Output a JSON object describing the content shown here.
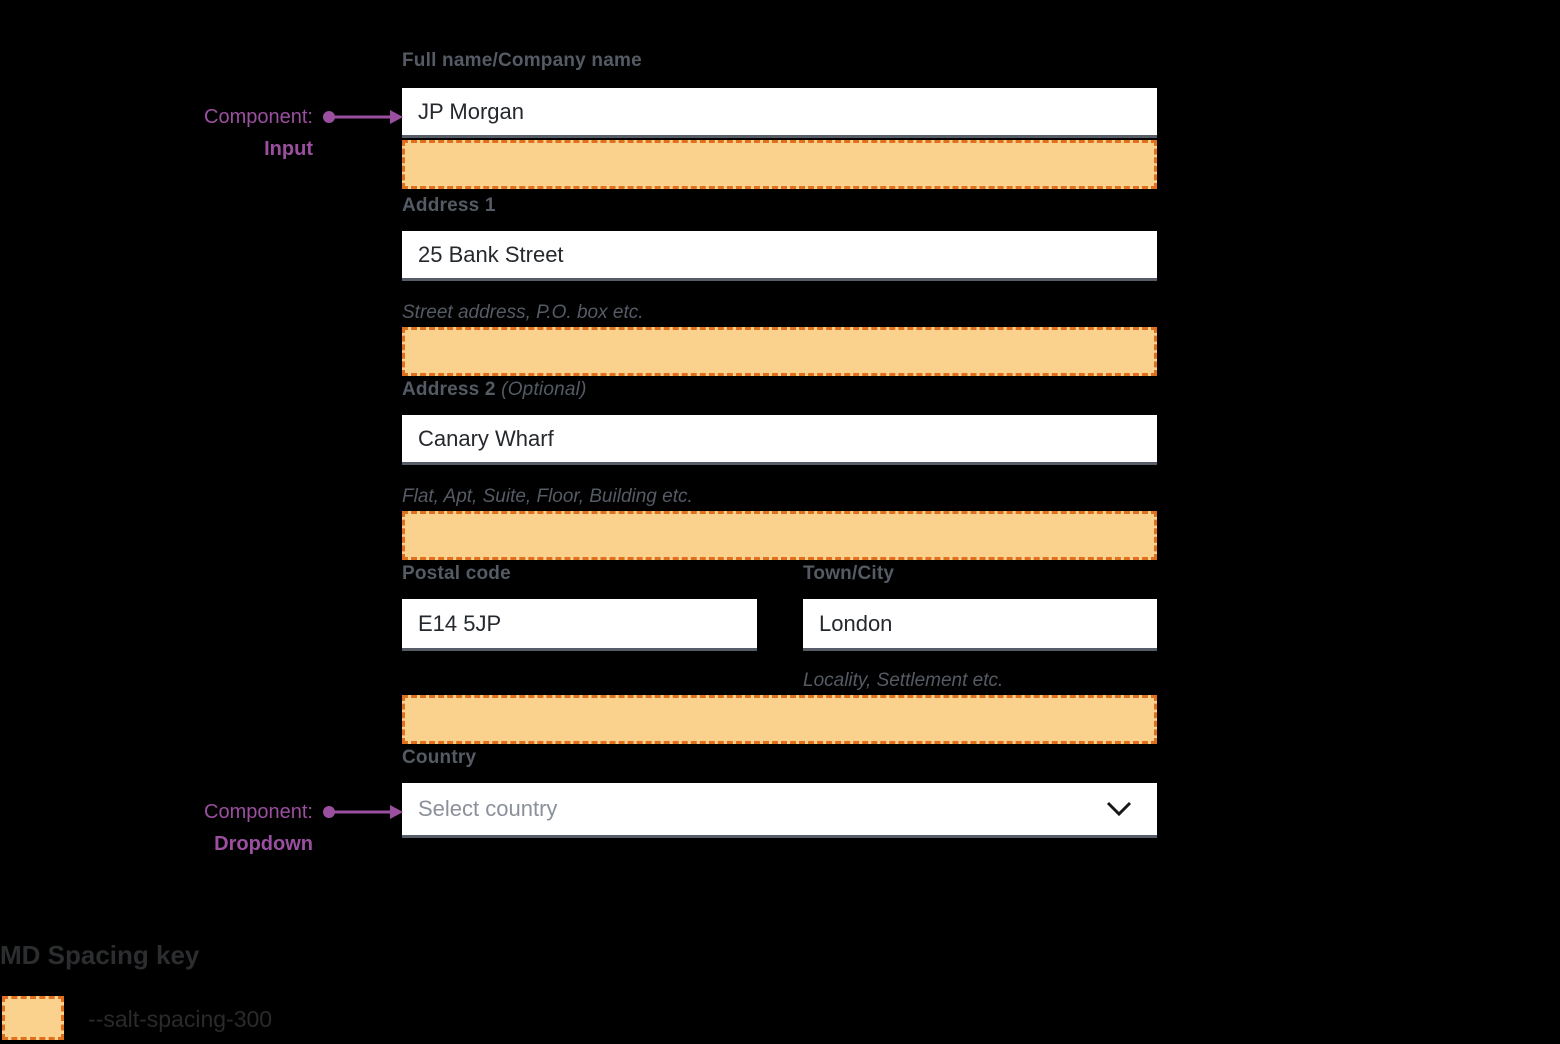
{
  "colors": {
    "background": "#000000",
    "annotation_purple": "#9B4F9F",
    "spacing_fill": "#FBD28D",
    "spacing_border": "#E0701E",
    "input_bottom_border": "#575D66",
    "label_gray": "#555B64",
    "value_text": "#25282C",
    "placeholder_gray": "#8B909A"
  },
  "icons": {
    "country_chevron": "chevron-down-icon",
    "annotation_arrow": "arrow-right-icon"
  },
  "annotations": {
    "input": {
      "prefix": "Component:",
      "name": "Input"
    },
    "dropdown": {
      "prefix": "Component:",
      "name": "Dropdown"
    }
  },
  "form": {
    "full_name": {
      "label": "Full name/Company name",
      "value": "JP Morgan"
    },
    "address1": {
      "label": "Address 1",
      "value": "25 Bank Street",
      "helper": "Street address, P.O. box etc."
    },
    "address2": {
      "label": "Address 2",
      "label_suffix": "(Optional)",
      "value": "Canary Wharf",
      "helper": "Flat, Apt, Suite, Floor, Building etc."
    },
    "postal_code": {
      "label": "Postal code",
      "value": "E14 5JP"
    },
    "town_city": {
      "label": "Town/City",
      "value": "London",
      "helper": "Locality, Settlement etc."
    },
    "country": {
      "label": "Country",
      "placeholder": "Select country"
    }
  },
  "legend": {
    "title": "MD Spacing key",
    "token": "--salt-spacing-300"
  }
}
